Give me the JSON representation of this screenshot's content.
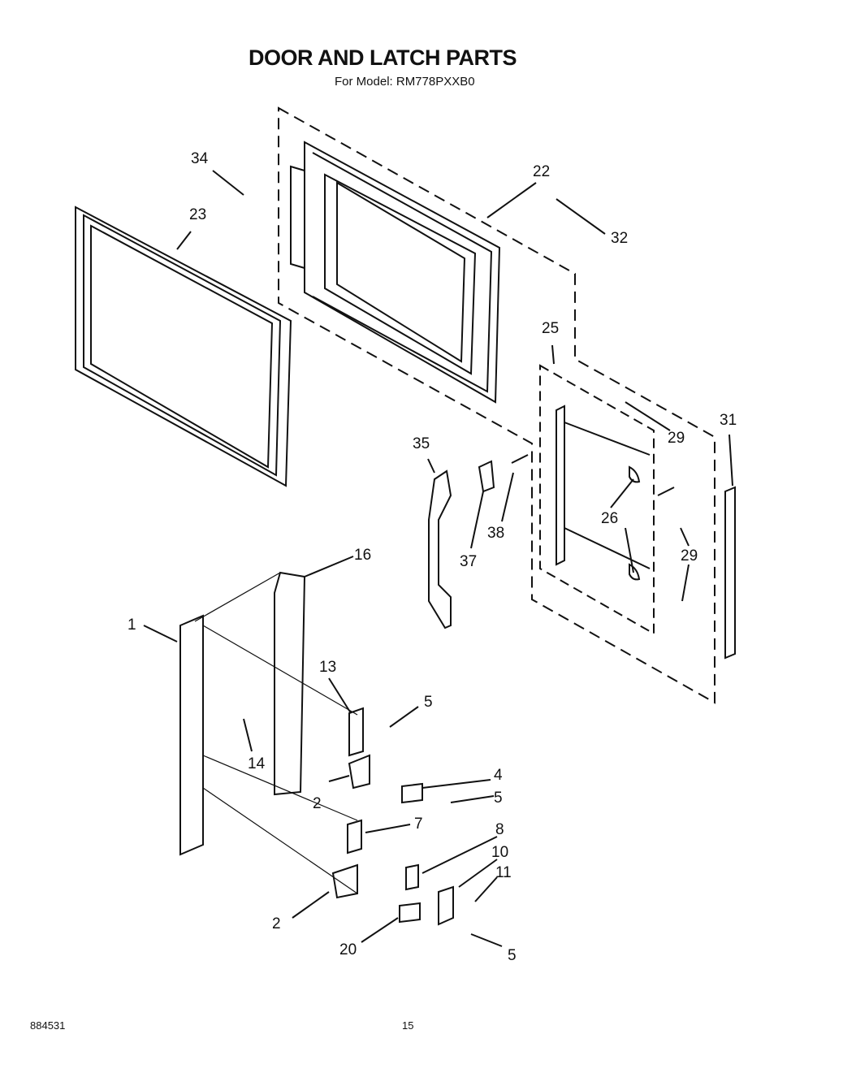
{
  "header": {
    "title": "DOOR AND LATCH PARTS",
    "model_line": "For Model: RM778PXXB0"
  },
  "footer": {
    "doc_number": "884531",
    "page_number": "15"
  },
  "callouts": [
    "34",
    "23",
    "22",
    "32",
    "25",
    "29",
    "31",
    "35",
    "26",
    "37",
    "38",
    "29",
    "16",
    "1",
    "13",
    "5",
    "14",
    "4",
    "2",
    "5",
    "7",
    "8",
    "10",
    "11",
    "2",
    "20",
    "5"
  ]
}
